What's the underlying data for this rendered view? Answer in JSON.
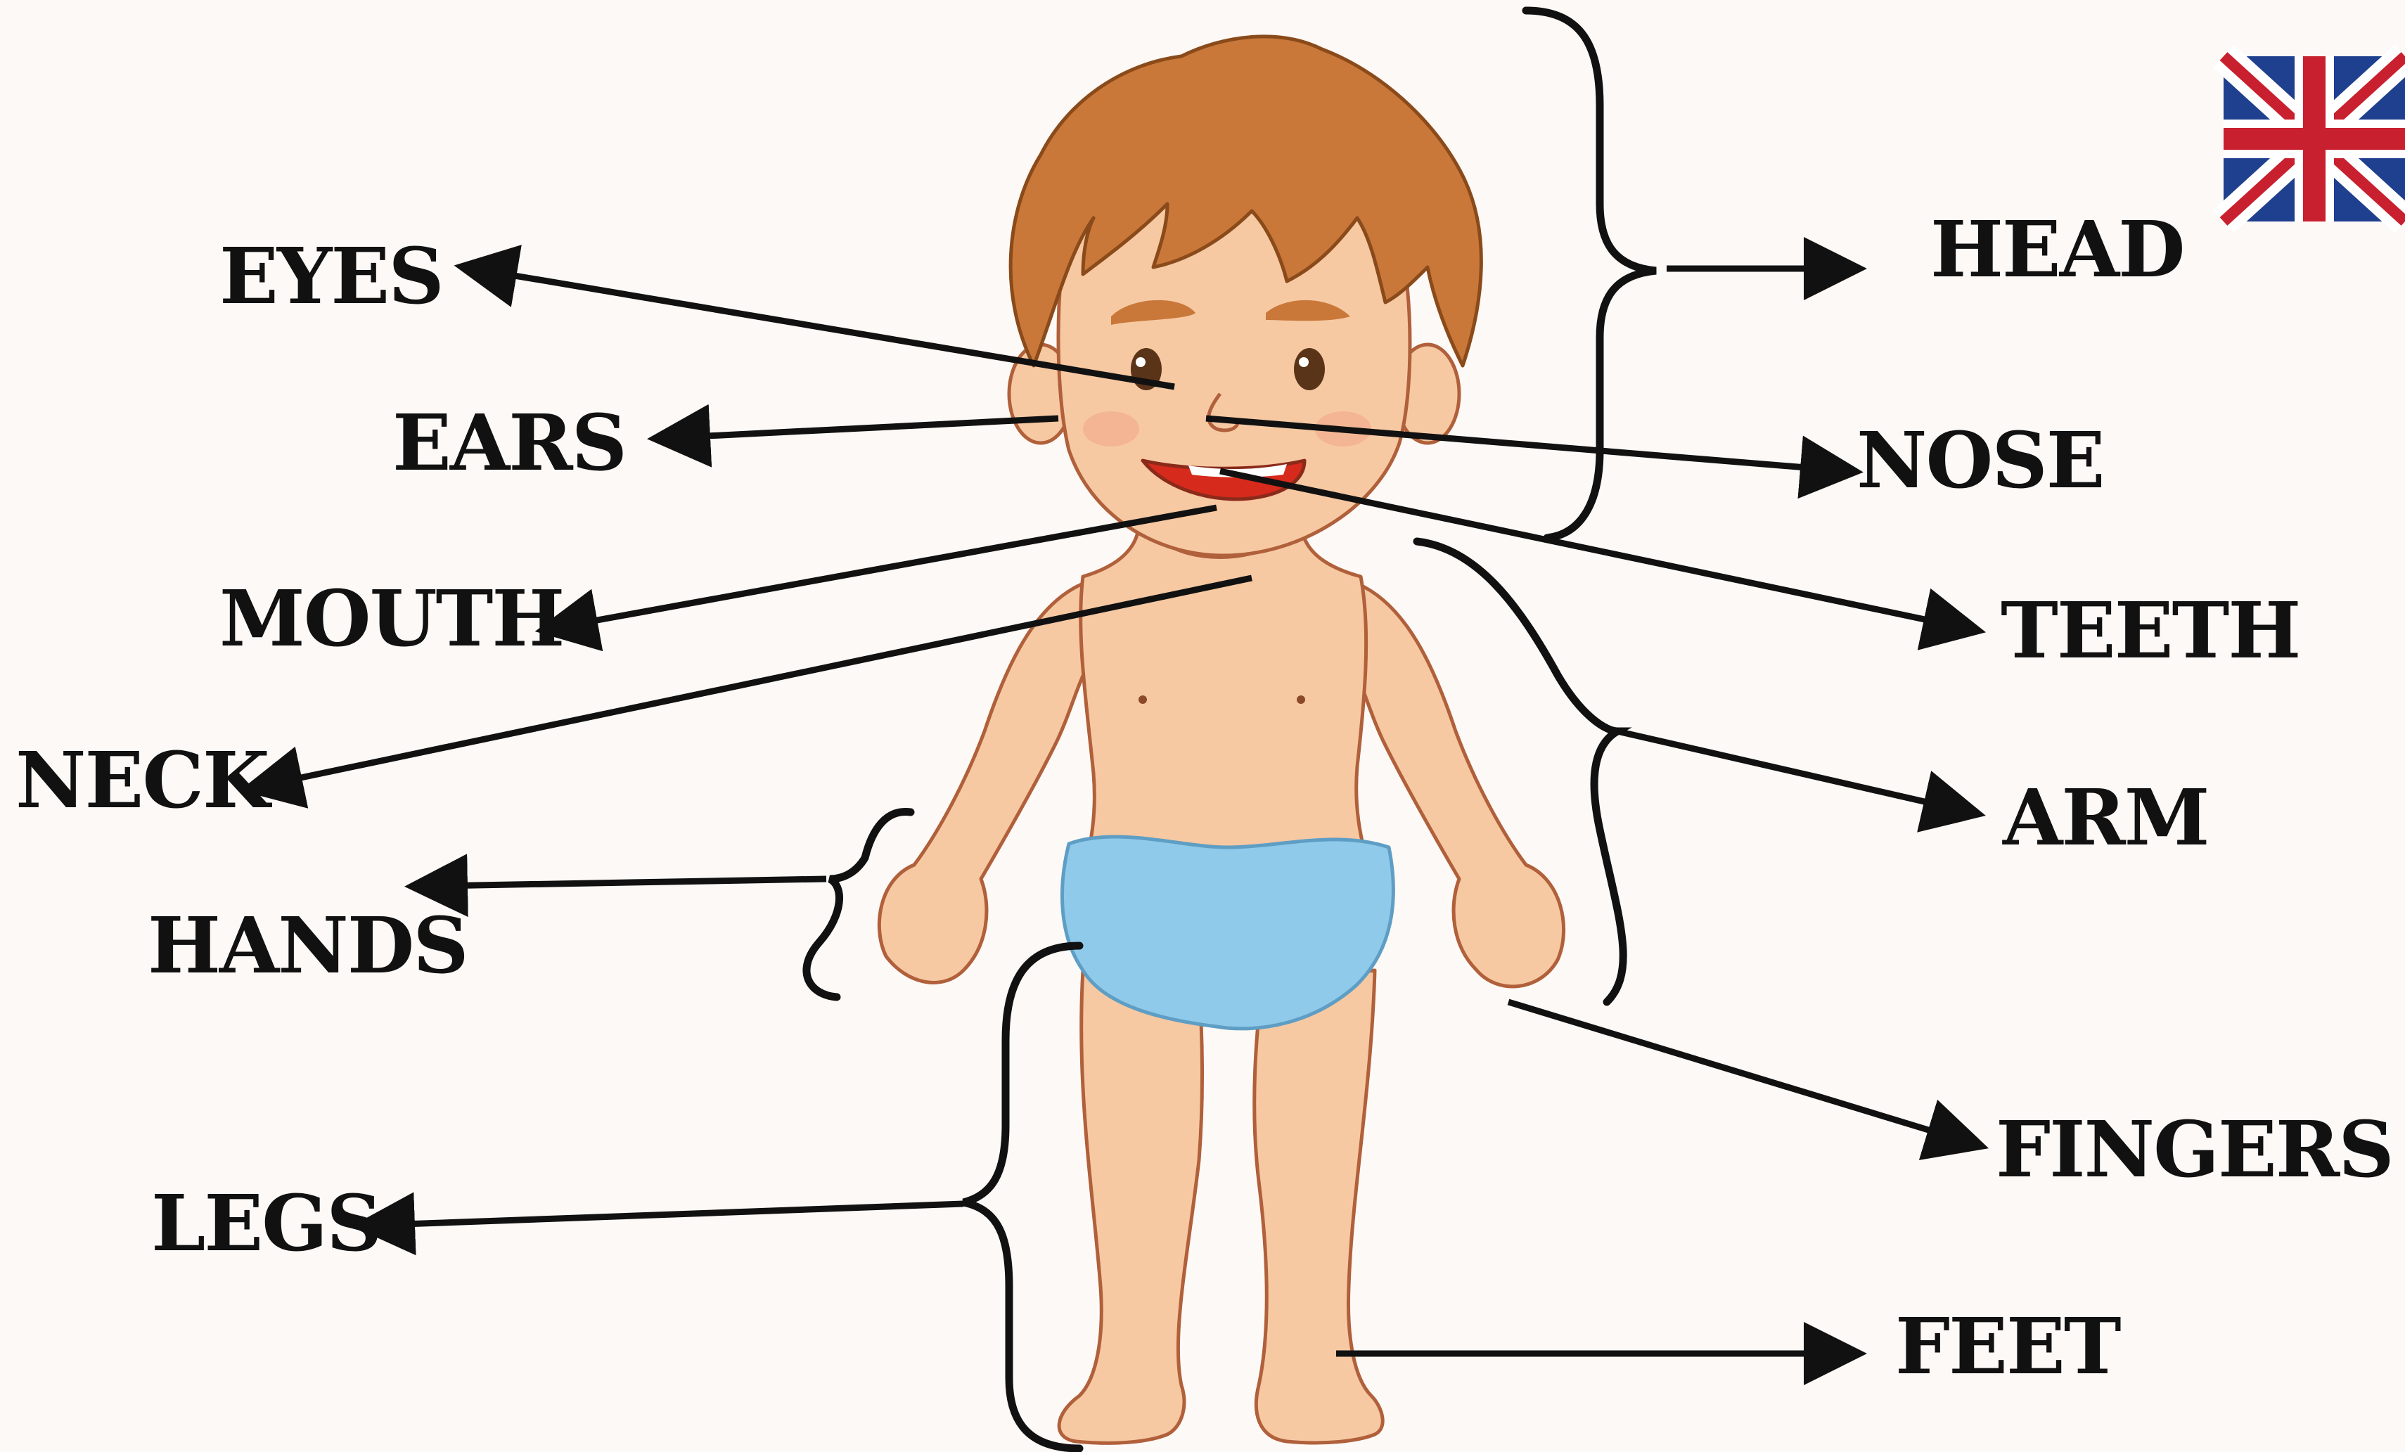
{
  "labels": {
    "eyes": "EYES",
    "ears": "EARS",
    "mouth": "MOUTH",
    "neck": "NECK",
    "hands": "HANDS",
    "legs": "LEGS",
    "head": "HEAD",
    "nose": "NOSE",
    "teeth": "TEETH",
    "arm": "ARM",
    "fingers": "FINGERS",
    "feet": "FEET"
  },
  "colors": {
    "background": "#fdf9f6",
    "skin": "#f6c9a3",
    "skin_outline": "#b0603a",
    "hair": "#c9783a",
    "underwear": "#8fcaea",
    "arrow": "#111111"
  },
  "icons": {
    "flag": "uk-flag-icon"
  }
}
